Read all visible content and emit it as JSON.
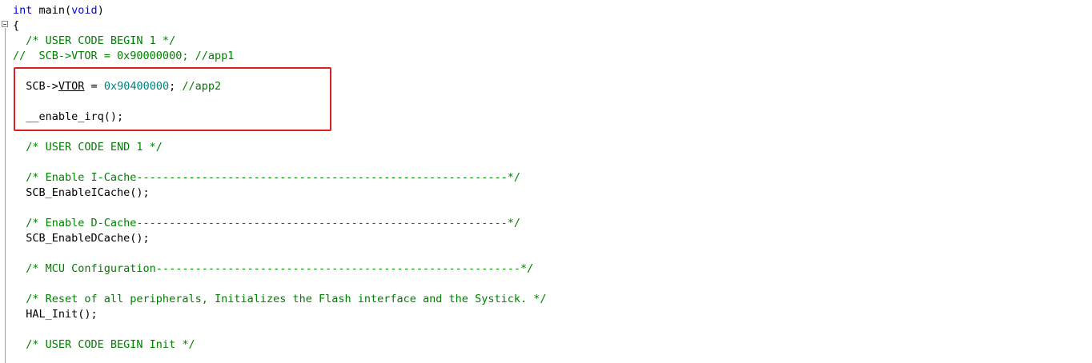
{
  "editor": {
    "lines": {
      "l1": {
        "kw": "int",
        "rest1": " main(",
        "kw2": "void",
        "rest2": ")"
      },
      "l2": {
        "text": "{"
      },
      "l3": {
        "comment": "  /* USER CODE BEGIN 1 */"
      },
      "l4": {
        "comment": "//  SCB->VTOR = 0x90000000; //app1"
      },
      "l5": {
        "pre": "  SCB->",
        "ident": "VTOR",
        "mid": " = ",
        "num": "0x90400000",
        "semi": "; ",
        "comment": "//app2"
      },
      "l6": {
        "text": "  __enable_irq();"
      },
      "l7": {
        "comment": "  /* USER CODE END 1 */"
      },
      "l8": {
        "comment": "  /* Enable I-Cache---------------------------------------------------------*/"
      },
      "l9": {
        "text": "  SCB_EnableICache();"
      },
      "l10": {
        "comment": "  /* Enable D-Cache---------------------------------------------------------*/"
      },
      "l11": {
        "text": "  SCB_EnableDCache();"
      },
      "l12": {
        "comment": "  /* MCU Configuration--------------------------------------------------------*/"
      },
      "l13": {
        "comment": "  /* Reset of all peripherals, Initializes the Flash interface and the Systick. */"
      },
      "l14": {
        "text": "  HAL_Init();"
      },
      "l15": {
        "comment": "  /* USER CODE BEGIN Init */"
      }
    },
    "annotation": {
      "color": "#e02020"
    }
  }
}
